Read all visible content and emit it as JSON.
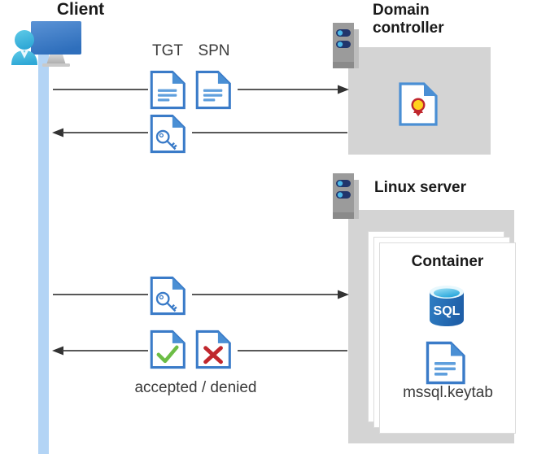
{
  "diagram": {
    "title": "Kerberos authentication flow between Client, Domain controller and Linux server container",
    "type": "sequence-diagram"
  },
  "actors": {
    "client": {
      "label": "Client",
      "icon": "client-computer-user-icon"
    },
    "domain_controller": {
      "label": "Domain\ncontroller",
      "label_line1": "Domain",
      "label_line2": "controller",
      "icon": "server-rack-icon",
      "contents": [
        {
          "name": "certificate-document-icon",
          "label": ""
        }
      ]
    },
    "linux_server": {
      "label": "Linux server",
      "icon": "server-rack-icon",
      "container": {
        "label": "Container",
        "items": [
          {
            "name": "sql-database-icon",
            "label": "SQL"
          },
          {
            "name": "keytab-document-icon",
            "label": "mssql.keytab"
          }
        ]
      }
    }
  },
  "messages": [
    {
      "id": "msg-1",
      "direction": "right",
      "from": "client",
      "to": "domain_controller",
      "icons": [
        {
          "name": "tgt-document-icon",
          "label": "TGT"
        },
        {
          "name": "spn-document-icon",
          "label": "SPN"
        }
      ],
      "label": ""
    },
    {
      "id": "msg-2",
      "direction": "left",
      "from": "domain_controller",
      "to": "client",
      "icons": [
        {
          "name": "service-ticket-key-document-icon",
          "label": ""
        }
      ],
      "label": ""
    },
    {
      "id": "msg-3",
      "direction": "right",
      "from": "client",
      "to": "linux_server",
      "icons": [
        {
          "name": "service-ticket-key-document-icon",
          "label": ""
        }
      ],
      "label": ""
    },
    {
      "id": "msg-4",
      "direction": "left",
      "from": "linux_server",
      "to": "client",
      "icons": [
        {
          "name": "accepted-check-document-icon",
          "label": ""
        },
        {
          "name": "denied-cross-document-icon",
          "label": ""
        }
      ],
      "label": "accepted / denied"
    }
  ],
  "labels": {
    "tgt": "TGT",
    "spn": "SPN",
    "accepted_denied": "accepted / denied",
    "container": "Container",
    "keytab_file": "mssql.keytab",
    "sql_text": "SQL"
  },
  "colors": {
    "accent_blue": "#3a7bc8",
    "doc_fold_blue": "#4a8fd4",
    "lifeline_blue": "#b3d4f5",
    "host_gray": "#d4d4d4",
    "rack_gray": "#9b9b9b",
    "rack_badge_navy": "#21356b",
    "rack_badge_cyan": "#4bb8e8",
    "arrow_gray": "#404040",
    "check_green": "#6cbd45",
    "cross_red": "#c0272d",
    "cert_yellow": "#ffd21e",
    "cert_ribbon_red": "#c0272d",
    "sql_blue": "#2a6fbb",
    "sql_top_cyan": "#4fc3e8",
    "card_white": "#ffffff",
    "text_dark": "#1a1a1a",
    "text_gray": "#3a3a3a"
  }
}
